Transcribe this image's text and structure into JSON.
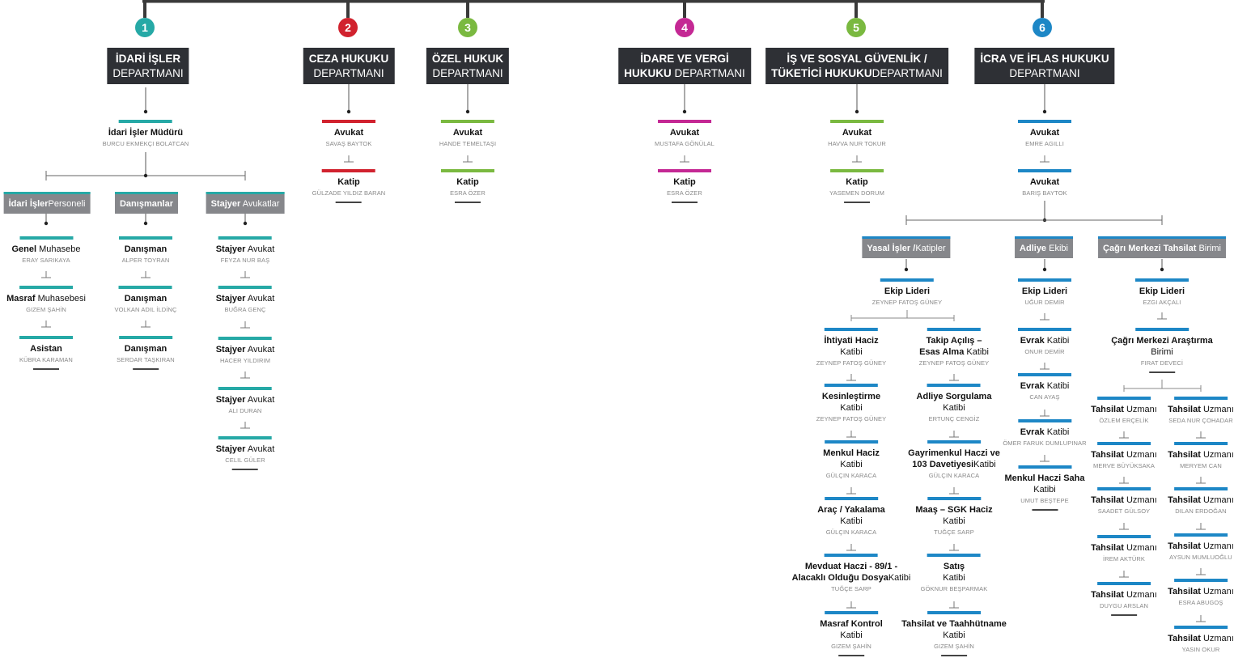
{
  "colors": {
    "d1": "#26a9a6",
    "d2": "#d1222e",
    "d3": "#7ab940",
    "d4": "#c42894",
    "d5": "#7ab940",
    "d6": "#1d87c6",
    "line": "#3a3a3a",
    "header": "#2e3035",
    "sub": "#86878b"
  },
  "departments": [
    {
      "num": "1",
      "bold": "İDARİ İŞLER",
      "rest": "DEPARTMANI"
    },
    {
      "num": "2",
      "bold": "CEZA HUKUKU",
      "rest": "DEPARTMANI"
    },
    {
      "num": "3",
      "bold": "ÖZEL HUKUK",
      "rest": "DEPARTMANI"
    },
    {
      "num": "4",
      "bold": "İDARE VE VERGİ",
      "bold2": "HUKUKU",
      "rest": " DEPARTMANI"
    },
    {
      "num": "5",
      "bold": "İŞ VE SOSYAL GÜVENLİK /",
      "bold2": "TÜKETİCİ HUKUKU",
      "rest": "DEPARTMANI"
    },
    {
      "num": "6",
      "bold": "İCRA VE İFLAS HUKUKU",
      "rest": "DEPARTMANI"
    }
  ],
  "d1": {
    "head": {
      "b": "İdari İşler Müdürü",
      "r": "",
      "name": "Burcu Ekmekçi BOLATCAN"
    },
    "groups": [
      {
        "b": "İdari İşler",
        "r": "Personeli",
        "items": [
          {
            "b": "Genel",
            "r": " Muhasebe",
            "name": "Eray SARIKAYA"
          },
          {
            "b": "Masraf",
            "r": " Muhasebesi",
            "name": "Gizem ŞAHİN"
          },
          {
            "b": "Asistan",
            "r": "",
            "name": "Kübra KARAMAN"
          }
        ]
      },
      {
        "b": "Danışmanlar",
        "r": "",
        "items": [
          {
            "b": "Danışman",
            "r": "",
            "name": "Alper TOYRAN"
          },
          {
            "b": "Danışman",
            "r": "",
            "name": "Volkan Adil İLDİNÇ"
          },
          {
            "b": "Danışman",
            "r": "",
            "name": "Serdar TAŞKIRAN"
          }
        ]
      },
      {
        "b": "Stajyer",
        "r": " Avukatlar",
        "items": [
          {
            "b": "Stajyer",
            "r": " Avukat",
            "name": "Feyza Nur BAŞ"
          },
          {
            "b": "Stajyer",
            "r": " Avukat",
            "name": "Buğra GENÇ"
          },
          {
            "b": "Stajyer",
            "r": " Avukat",
            "name": "Hacer YILDIRIM"
          },
          {
            "b": "Stajyer",
            "r": " Avukat",
            "name": "Ali DURAN"
          },
          {
            "b": "Stajyer",
            "r": " Avukat",
            "name": "Celil GÜLER"
          }
        ]
      }
    ]
  },
  "d2": [
    {
      "b": "Avukat",
      "name": "Savaş BAYTOK"
    },
    {
      "b": "Katip",
      "name": "Gülzade Yıldız BARAN"
    }
  ],
  "d3": [
    {
      "b": "Avukat",
      "name": "Hande TEMELTAŞI"
    },
    {
      "b": "Katip",
      "name": "Esra ÖZER"
    }
  ],
  "d4": [
    {
      "b": "Avukat",
      "name": "Mustafa GÖNÜLAL"
    },
    {
      "b": "Katip",
      "name": "Esra ÖZER"
    }
  ],
  "d5": [
    {
      "b": "Avukat",
      "name": "Havva Nur TOKUR"
    },
    {
      "b": "Katip",
      "name": "Yasemen DORUM"
    }
  ],
  "d6": {
    "heads": [
      {
        "b": "Avukat",
        "name": "Emre AGILLI"
      },
      {
        "b": "Avukat",
        "name": "Barış BAYTOK"
      }
    ],
    "groups": [
      {
        "b": "Yasal İşler /",
        "r": "Katipler",
        "lead": {
          "b": "Ekip Lideri",
          "name": "Zeynep Fatoş GÜNEY"
        },
        "left": [
          {
            "b": "İhtiyati Haciz",
            "r": "Katibi",
            "name": "Zeynep Fatoş GÜNEY"
          },
          {
            "b": "Kesinleştirme",
            "r": "Katibi",
            "name": "Zeynep Fatoş GÜNEY"
          },
          {
            "b": "Menkul Haciz",
            "r": "Katibi",
            "name": "Gülçin KARACA"
          },
          {
            "b": "Araç / Yakalama",
            "r": "Katibi",
            "name": "Gülçin KARACA"
          },
          {
            "b": "Mevduat Haczi - 89/1 -",
            "b2": "Alacaklı Olduğu Dosya",
            "r": "Katibi",
            "name": "Tuğçe SARP",
            "inline": true
          },
          {
            "b": "Masraf Kontrol",
            "r": "Katibi",
            "name": "Gizem ŞAHİN"
          }
        ],
        "right": [
          {
            "b": "Takip Açılış –",
            "b2": "Esas Alma",
            "r": " Katibi",
            "name": "Zeynep Fatoş GÜNEY",
            "inline": true
          },
          {
            "b": "Adliye Sorgulama",
            "r": "Katibi",
            "name": "Ertunç CENGİZ"
          },
          {
            "b": "Gayrimenkul Haczi ve",
            "b2": "103 Davetiyesi",
            "r": "Katibi",
            "name": "Gülçin KARACA",
            "inline": true
          },
          {
            "b": "Maaş – SGK Haciz",
            "r": "Katibi",
            "name": "Tuğçe SARP"
          },
          {
            "b": "Satış",
            "r": "Katibi",
            "name": "Göknur BEŞPARMAK"
          },
          {
            "b": "Tahsilat ve Taahhütname",
            "r": "Katibi",
            "name": "Gizem ŞAHİN"
          }
        ]
      },
      {
        "b": "Adliye",
        "r": " Ekibi",
        "lead": {
          "b": "Ekip Lideri",
          "name": "Uğur DEMİR"
        },
        "items": [
          {
            "b": "Evrak",
            "r": " Katibi",
            "name": "Onur DEMİR",
            "same": true
          },
          {
            "b": "Evrak",
            "r": " Katibi",
            "name": "Can AYAŞ",
            "same": true
          },
          {
            "b": "Evrak",
            "r": " Katibi",
            "name": "Ömer Faruk DUMLUPINAR",
            "same": true
          },
          {
            "b": "Menkul Haczi Saha",
            "r": "Katibi",
            "name": "Umut BEŞTEPE"
          }
        ]
      },
      {
        "b": "Çağrı Merkezi Tahsilat",
        "r": " Birimi",
        "lead": {
          "b": "Ekip Lideri",
          "name": "Ezgi AKÇALI"
        },
        "lead2": {
          "b": "Çağrı Merkezi Araştırma",
          "r": "Birimi",
          "name": "Fırat DEVECİ"
        },
        "left": [
          {
            "b": "Tahsilat",
            "r": " Uzmanı",
            "name": "Özlem ERÇELİK"
          },
          {
            "b": "Tahsilat",
            "r": " Uzmanı",
            "name": "Merve BÜYÜKSAKA"
          },
          {
            "b": "Tahsilat",
            "r": " Uzmanı",
            "name": "Saadet GÜLSOY"
          },
          {
            "b": "Tahsilat",
            "r": " Uzmanı",
            "name": "İrem AKTÜRK"
          },
          {
            "b": "Tahsilat",
            "r": " Uzmanı",
            "name": "Duygu ARSLAN"
          }
        ],
        "right": [
          {
            "b": "Tahsilat",
            "r": " Uzmanı",
            "name": "Seda Nur ÇOHADAR"
          },
          {
            "b": "Tahsilat",
            "r": " Uzmanı",
            "name": "Meryem CAN"
          },
          {
            "b": "Tahsilat",
            "r": " Uzmanı",
            "name": "Dilan ERDOĞAN"
          },
          {
            "b": "Tahsilat",
            "r": " Uzmanı",
            "name": "Aysun MUMLUOĞLU"
          },
          {
            "b": "Tahsilat",
            "r": " Uzmanı",
            "name": "Esra ABUGOŞ"
          },
          {
            "b": "Tahsilat",
            "r": " Uzmanı",
            "name": "Yasin OKUR"
          }
        ]
      }
    ]
  }
}
